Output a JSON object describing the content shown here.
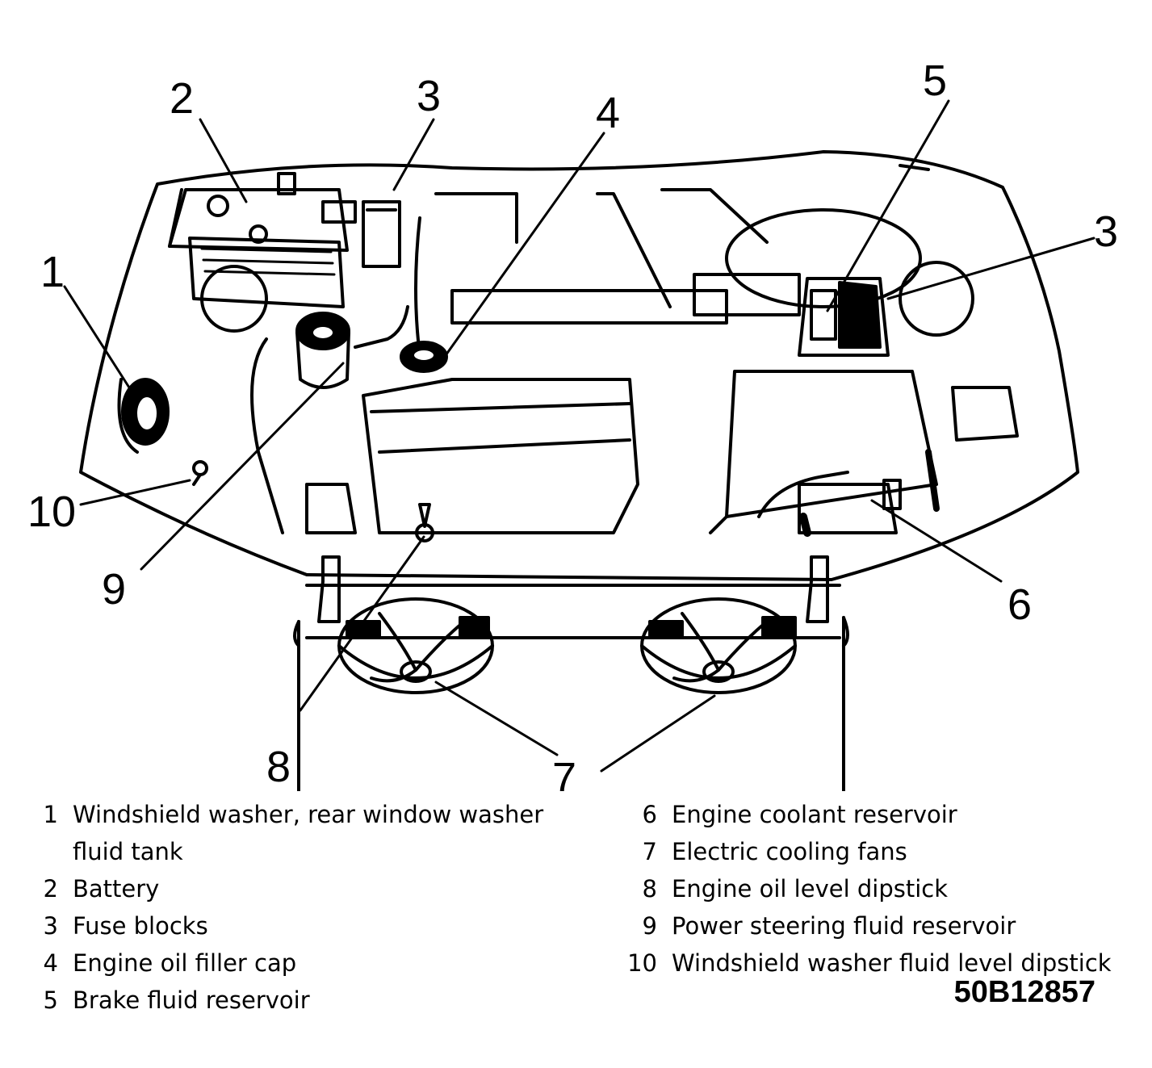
{
  "callouts": [
    "1",
    "2",
    "3",
    "3",
    "4",
    "5",
    "6",
    "7",
    "8",
    "9",
    "10"
  ],
  "legend": {
    "left": [
      {
        "num": "1",
        "lines": [
          "Windshield washer, rear window washer",
          "fluid tank"
        ]
      },
      {
        "num": "2",
        "lines": [
          "Battery"
        ]
      },
      {
        "num": "3",
        "lines": [
          "Fuse blocks"
        ]
      },
      {
        "num": "4",
        "lines": [
          "Engine oil filler cap"
        ]
      },
      {
        "num": "5",
        "lines": [
          "Brake fluid reservoir"
        ]
      }
    ],
    "right": [
      {
        "num": "6",
        "lines": [
          "Engine coolant reservoir"
        ]
      },
      {
        "num": "7",
        "lines": [
          "Electric cooling fans"
        ]
      },
      {
        "num": "8",
        "lines": [
          "Engine oil level dipstick"
        ]
      },
      {
        "num": "9",
        "lines": [
          "Power steering fluid reservoir"
        ]
      },
      {
        "num": "10",
        "lines": [
          "Windshield washer fluid level dipstick"
        ]
      }
    ]
  },
  "figure_code": "50B12857"
}
